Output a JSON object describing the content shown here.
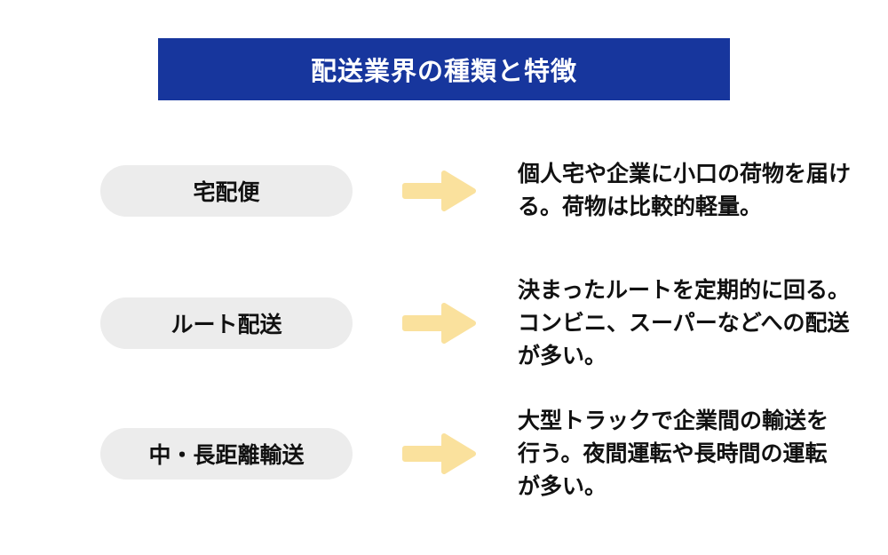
{
  "header": {
    "title": "配送業界の種類と特徴"
  },
  "colors": {
    "header_bg": "#17369D",
    "header_text": "#FFFFFF",
    "pill_bg": "#ECECEC",
    "arrow": "#FAE19D",
    "text": "#111111",
    "background": "#FFFFFF"
  },
  "rows": [
    {
      "label": "宅配便",
      "description": "個人宅や企業に小口の荷物を届け\nる。荷物は比較的軽量。"
    },
    {
      "label": "ルート配送",
      "description": "決まったルートを定期的に回る。\nコンビニ、スーパーなどへの配送\nが多い。"
    },
    {
      "label": "中・長距離輸送",
      "description": "大型トラックで企業間の輸送を\n行う。夜間運転や長時間の運転\nが多い。"
    }
  ]
}
